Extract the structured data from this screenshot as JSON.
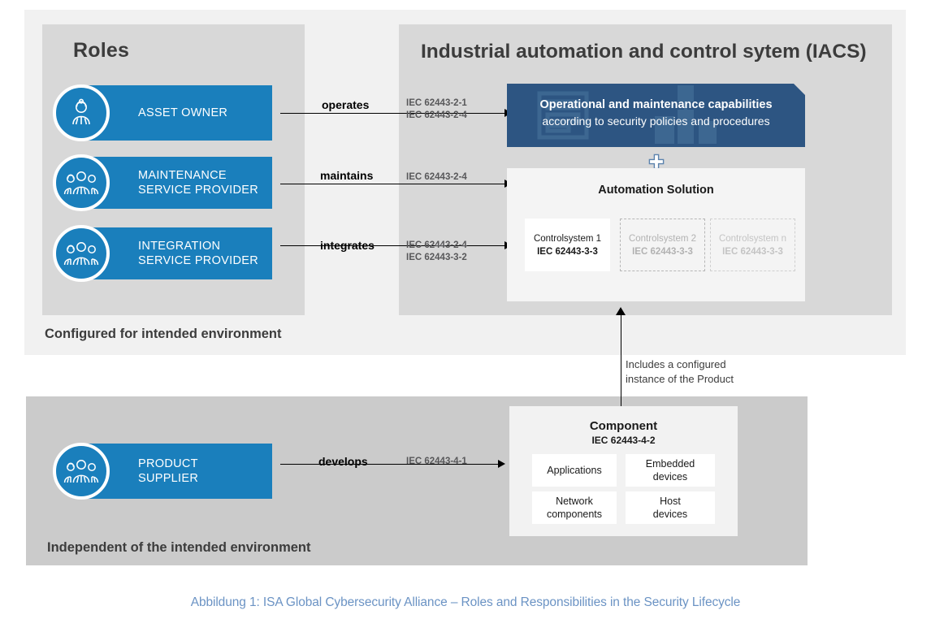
{
  "panels": {
    "roles_title": "Roles",
    "iacs_title": "Industrial automation and control sytem (IACS)",
    "configured_label": "Configured for intended environment",
    "independent_label": "Independent of the intended environment"
  },
  "roles": [
    {
      "id": "asset-owner",
      "label": "ASSET OWNER",
      "icon": "single-person-icon"
    },
    {
      "id": "maintenance",
      "label": "MAINTENANCE\nSERVICE PROVIDER",
      "icon": "three-people-icon"
    },
    {
      "id": "integration",
      "label": "INTEGRATION\nSERVICE PROVIDER",
      "icon": "three-people-icon"
    },
    {
      "id": "product-supplier",
      "label": "PRODUCT\nSUPPLIER",
      "icon": "three-people-icon"
    }
  ],
  "relations": [
    {
      "verb": "operates",
      "standards": "IEC 62443-2-1\nIEC 62443-2-4"
    },
    {
      "verb": "maintains",
      "standards": "IEC 62443-2-4"
    },
    {
      "verb": "integrates",
      "standards": "IEC 62443-2-4\nIEC 62443-3-2"
    },
    {
      "verb": "develops",
      "standards": "IEC 62443-4-1"
    }
  ],
  "includes_note": "Includes a configured\ninstance of the Product",
  "operational_banner": {
    "title": "Operational and maintenance capabilities",
    "subtitle": "according to security policies and procedures"
  },
  "plus_symbol": "plus-icon",
  "automation_solution": {
    "title": "Automation Solution",
    "controlsystems": [
      {
        "name": "Controlsystem 1",
        "standard": "IEC 62443-3-3",
        "state": "active"
      },
      {
        "name": "Controlsystem 2",
        "standard": "IEC 62443-3-3",
        "state": "placeholder"
      },
      {
        "name": "Controlsystem n",
        "standard": "IEC 62443-3-3",
        "state": "placeholder"
      }
    ]
  },
  "component": {
    "title": "Component",
    "standard": "IEC 62443-4-2",
    "cells": [
      {
        "label": "Applications"
      },
      {
        "label": "Embedded\ndevices"
      },
      {
        "label": "Network\ncomponents"
      },
      {
        "label": "Host\ndevices"
      }
    ]
  },
  "caption": "Abbildung 1: ISA Global Cybersecurity Alliance – Roles and Responsibilities in the Security Lifecycle",
  "colors": {
    "brand_blue": "#1a7fbc",
    "dark_blue": "#2d5582",
    "panel_grey": "#d8d8d8",
    "bottom_panel_grey": "#cbcbcb",
    "outer_grey": "#f1f1f1",
    "caption_blue": "#6b93c4",
    "text_dark": "#3c3c3c"
  }
}
